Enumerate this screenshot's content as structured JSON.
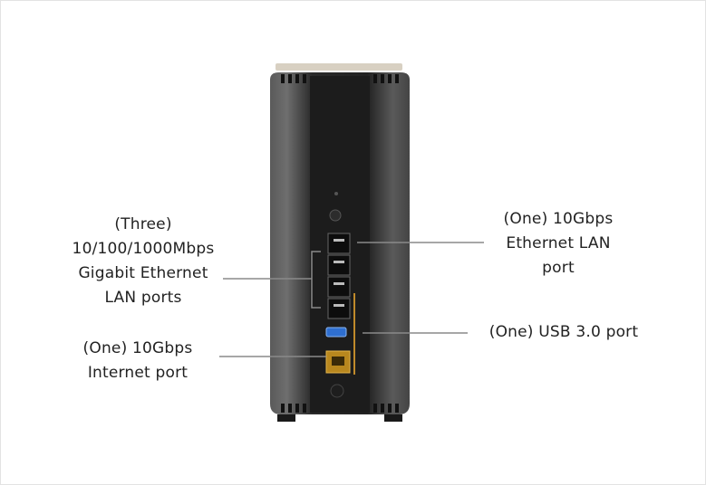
{
  "callouts": {
    "lan_ports": {
      "line1": "(Three)",
      "line2": "10/100/1000Mbps",
      "line3": "Gigabit Ethernet",
      "line4": "LAN ports"
    },
    "internet_port": {
      "line1": "(One) 10Gbps",
      "line2": "Internet port"
    },
    "ethernet_lan": {
      "line1": "(One) 10Gbps",
      "line2": "Ethernet LAN",
      "line3": "port"
    },
    "usb_port": {
      "line1": "(One) USB 3.0 port"
    }
  }
}
